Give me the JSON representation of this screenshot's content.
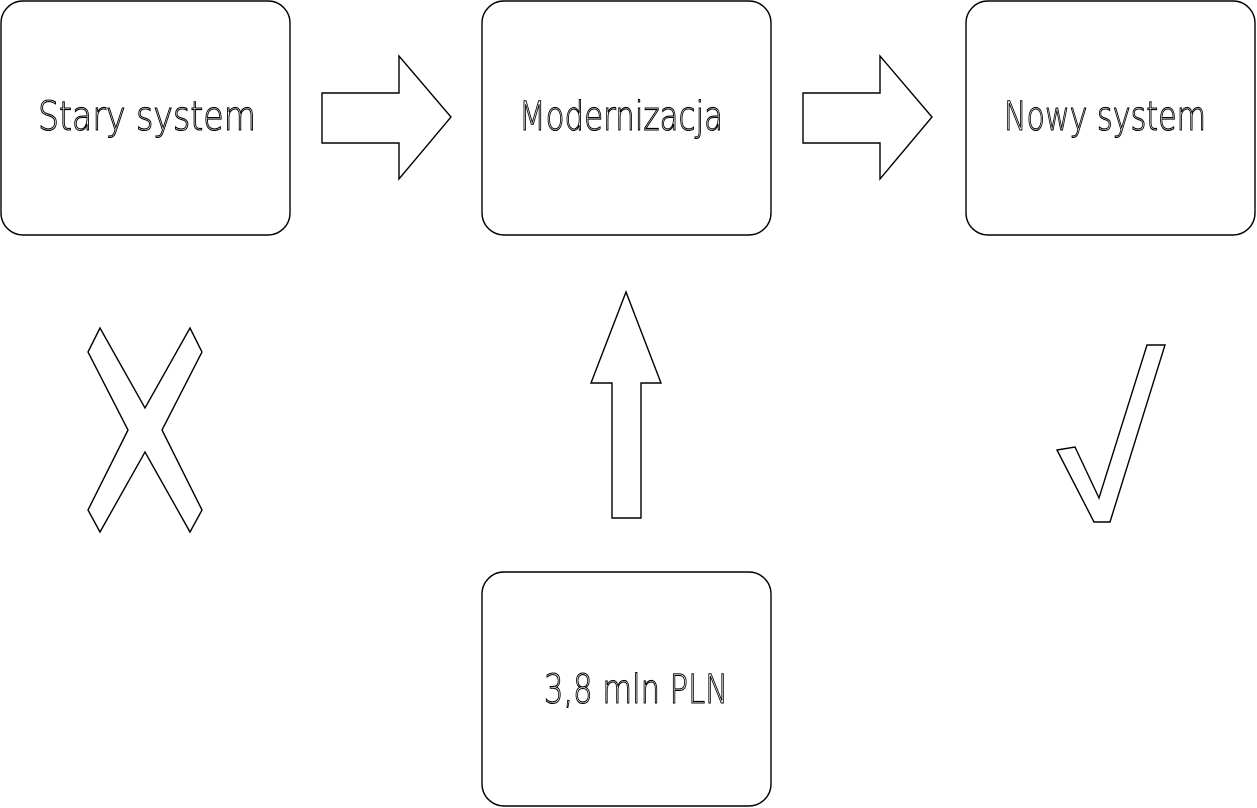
{
  "diagram": {
    "boxes": {
      "old_system": "Stary system",
      "modernization": "Modernizacja",
      "new_system": "Nowy system",
      "cost": "3,8 mln PLN"
    },
    "icons": {
      "old_system_status": "cross-icon",
      "new_system_status": "check-icon"
    },
    "colors": {
      "line": "#000000",
      "background": "#ffffff"
    }
  }
}
